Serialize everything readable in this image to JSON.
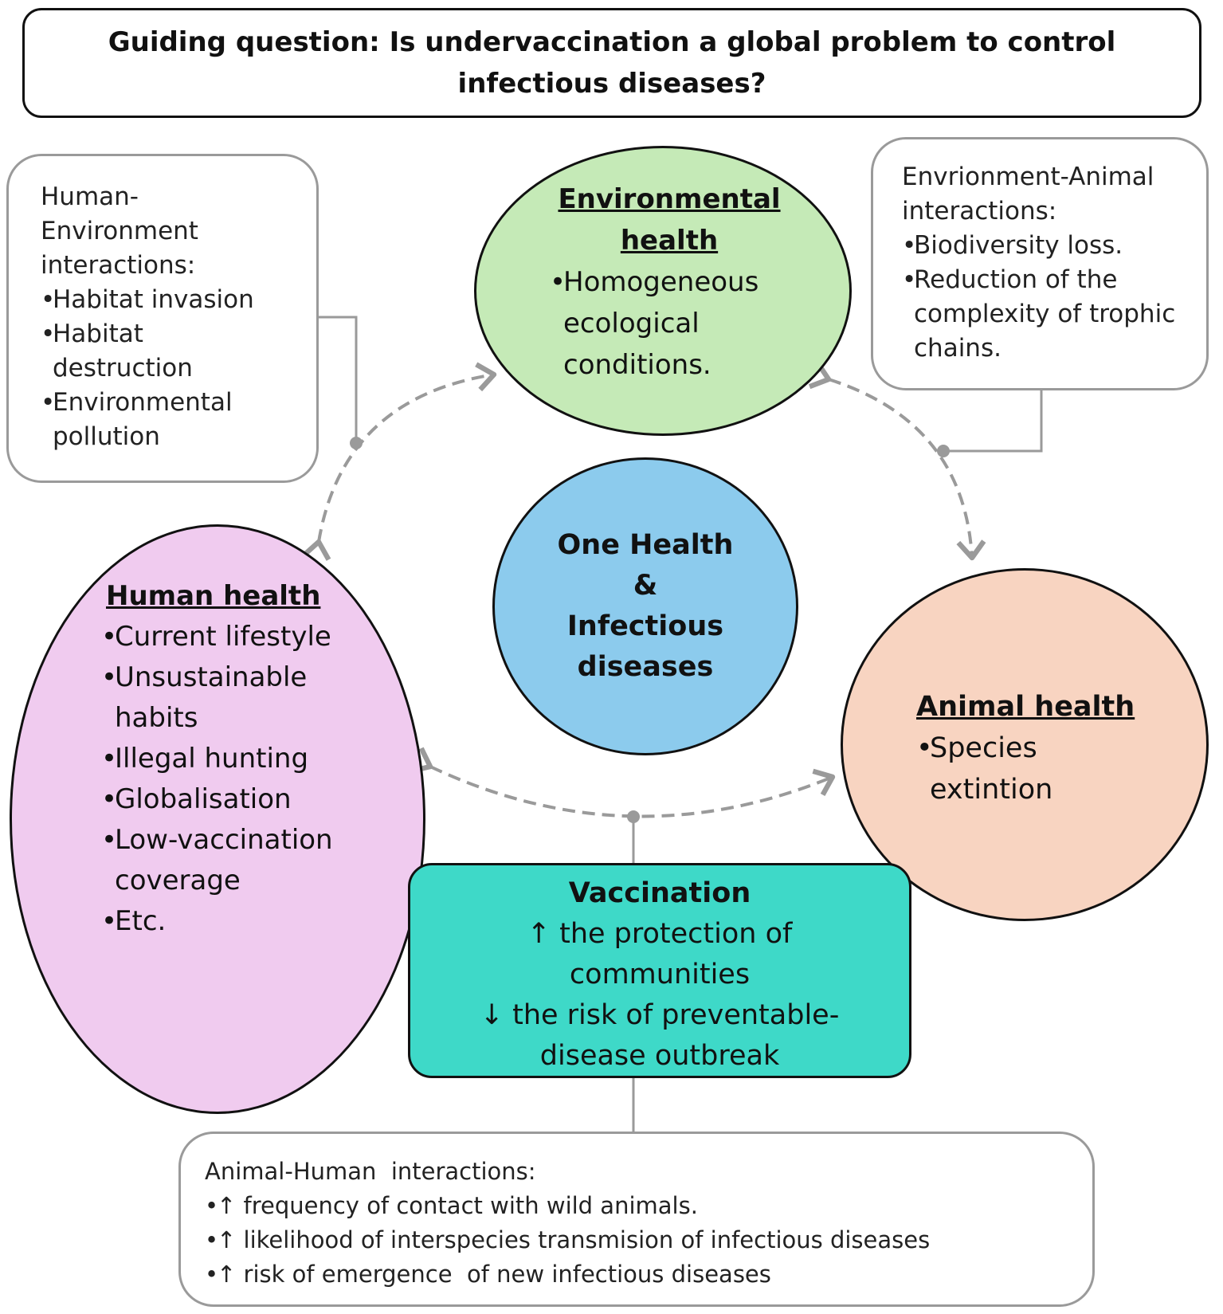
{
  "question": "Guiding question: Is undervaccination a global problem to control infectious diseases?",
  "human_environment": {
    "heading_lines": [
      "Human-",
      "Environment",
      "interactions:"
    ],
    "items": [
      [
        "Habitat invasion"
      ],
      [
        "Habitat",
        "destruction"
      ],
      [
        "Environmental",
        "pollution"
      ]
    ]
  },
  "environment_animal": {
    "heading_lines": [
      "Envrionment-Animal",
      "interactions:"
    ],
    "items": [
      [
        "Biodiversity loss."
      ],
      [
        "Reduction of the",
        "complexity of trophic",
        "chains."
      ]
    ]
  },
  "environmental_health": {
    "title": "Environmental health",
    "items": [
      [
        "Homogeneous",
        "ecological",
        "conditions."
      ]
    ]
  },
  "one_health": {
    "lines": [
      "One Health",
      "&",
      "Infectious",
      "diseases"
    ]
  },
  "human_health": {
    "title": "Human health",
    "items": [
      [
        "Current lifestyle"
      ],
      [
        "Unsustainable",
        "habits"
      ],
      [
        "Illegal hunting"
      ],
      [
        "Globalisation"
      ],
      [
        "Low-vaccination",
        "coverage"
      ],
      [
        "Etc."
      ]
    ]
  },
  "animal_health": {
    "title": "Animal health",
    "items": [
      [
        "Species",
        "extintion"
      ]
    ]
  },
  "vaccination": {
    "title": "Vaccination",
    "lines": [
      "↑ the protection of",
      "communities",
      "↓ the risk of preventable-",
      "disease outbreak"
    ]
  },
  "animal_human": {
    "heading": "Animal-Human  interactions:",
    "items": [
      "↑ frequency of contact with wild animals.",
      "↑ likelihood of interspecies transmision of infectious diseases",
      "↑ risk of emergence  of new infectious diseases"
    ]
  },
  "colors": {
    "environmental_health": "#c5eab7",
    "one_health": "#8ccbed",
    "human_health": "#f0cbef",
    "animal_health": "#f8d4c1",
    "vaccination": "#3ed9c8",
    "connector": "#9a9a9a"
  }
}
